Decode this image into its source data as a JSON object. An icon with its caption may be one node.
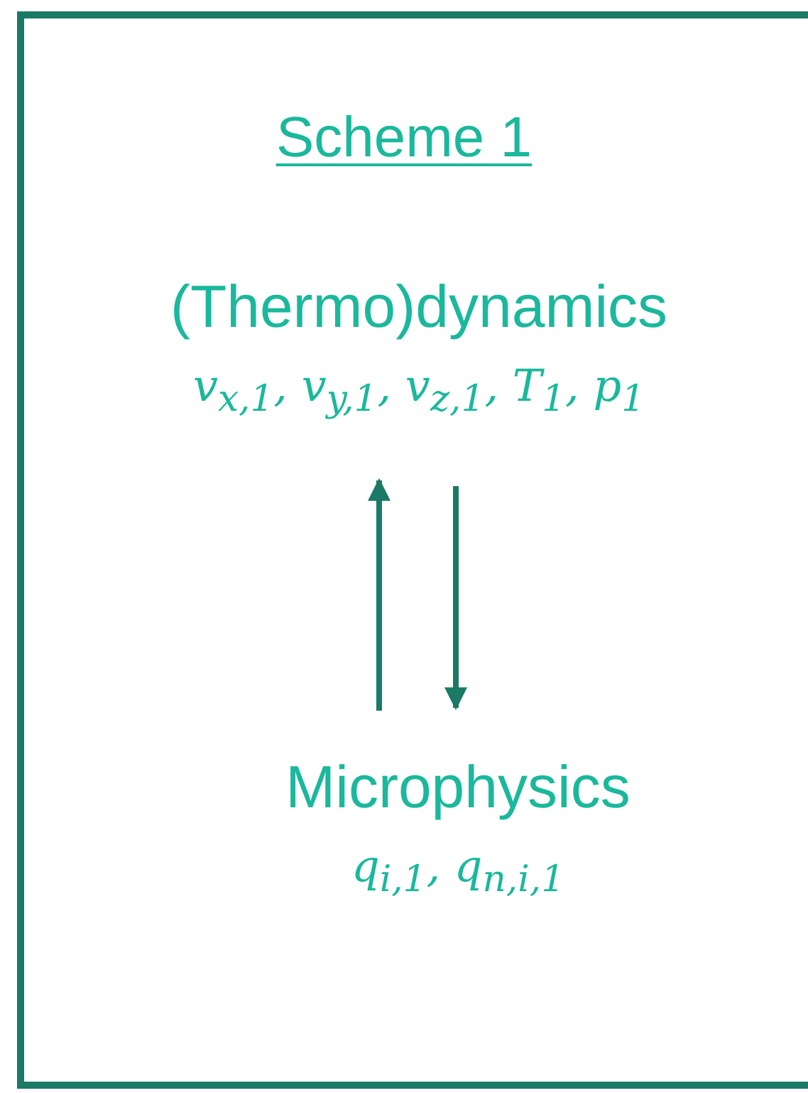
{
  "diagram": {
    "title": "Scheme 1",
    "nodes": [
      {
        "text": [],
        "shape": "box"
      },
      {
        "text": [
          "(Thermo)dynamics",
          "v$_{x,1}$, v$_{y,1}$, v$_{z,1}$, T$_{1}$, p$_{1}$"
        ],
        "in": 0
      },
      {
        "text": [
          "Microphysics",
          "q$_{i,1}$, q$_{n,i,1}$"
        ],
        "in": 0
      }
    ],
    "edges": [
      {
        "from": 2,
        "to": 1,
        "arrow": "to"
      },
      {
        "from": 1,
        "to": 2,
        "arrow": "to"
      }
    ]
  }
}
